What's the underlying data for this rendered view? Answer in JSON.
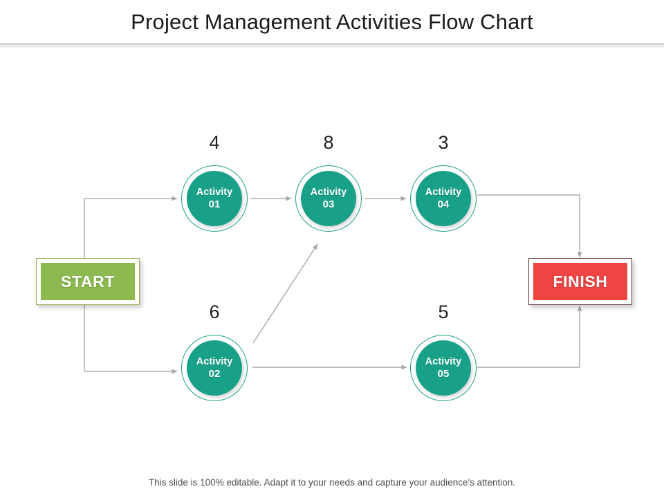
{
  "slide": {
    "title": "Project Management Activities Flow Chart",
    "footer_note": "This slide is 100% editable. Adapt it to your needs and capture your audience's attention."
  },
  "colors": {
    "activity_fill": "#18A188",
    "activity_ring": "#1D9E86",
    "start_fill": "#8CBA51",
    "start_border": "#8FAE4E",
    "finish_fill": "#EF4444",
    "finish_border": "#6B3B3B",
    "connector": "#A8A8A8",
    "title_text": "#1A1A1A",
    "number_text": "#231F20",
    "divider": "#D7D7D7"
  },
  "terminators": {
    "start": {
      "label": "START"
    },
    "finish": {
      "label": "FINISH"
    }
  },
  "nodes": [
    {
      "id": "activity-01",
      "line1": "Activity",
      "line2": "01",
      "number": "4"
    },
    {
      "id": "activity-03",
      "line1": "Activity",
      "line2": "03",
      "number": "8"
    },
    {
      "id": "activity-04",
      "line1": "Activity",
      "line2": "04",
      "number": "3"
    },
    {
      "id": "activity-02",
      "line1": "Activity",
      "line2": "02",
      "number": "6"
    },
    {
      "id": "activity-05",
      "line1": "Activity",
      "line2": "05",
      "number": "5"
    }
  ],
  "connections": [
    {
      "from": "START",
      "to": "Activity 01"
    },
    {
      "from": "START",
      "to": "Activity 02"
    },
    {
      "from": "Activity 01",
      "to": "Activity 03"
    },
    {
      "from": "Activity 03",
      "to": "Activity 04"
    },
    {
      "from": "Activity 02",
      "to": "Activity 03"
    },
    {
      "from": "Activity 02",
      "to": "Activity 05"
    },
    {
      "from": "Activity 04",
      "to": "FINISH"
    },
    {
      "from": "Activity 05",
      "to": "FINISH"
    }
  ]
}
